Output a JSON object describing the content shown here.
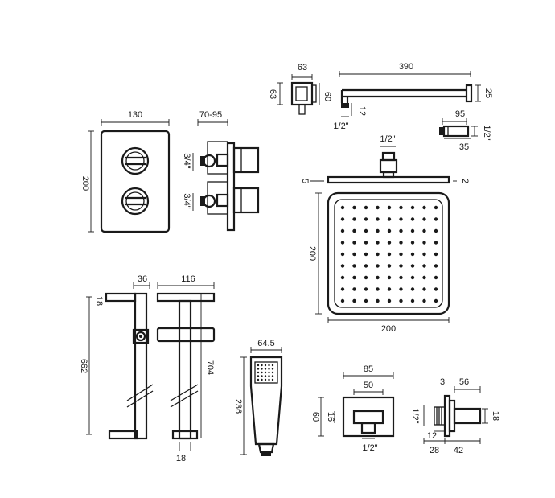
{
  "dims": {
    "wall_outlet_w": "63",
    "wall_outlet_h": "63",
    "wall_outlet_depth": "60",
    "arm_length": "390",
    "arm_height": "25",
    "arm_pipe": "12",
    "arm_thread": "1/2\"",
    "hose_conn_len": "95",
    "hose_conn_dia": "35",
    "hose_conn_thread": "1/2\"",
    "plate_w": "130",
    "plate_h": "200",
    "valve_depth": "70-95",
    "valve_inlet_top": "3/4\"",
    "valve_inlet_bottom": "3/4\"",
    "head_thread": "1/2\"",
    "head_thk_left": "5",
    "head_thk_right": "2",
    "head_size_v": "200",
    "head_size_h": "200",
    "rail_depth": "36",
    "rail_bracket": "18",
    "rail_length": "662",
    "rail_width": "116",
    "rail_height": "704",
    "rail_bottom": "18",
    "handset_w": "64.5",
    "handset_len": "236",
    "elbow_w": "85",
    "elbow_inner_w": "50",
    "elbow_h": "60",
    "elbow_inner_h": "16",
    "elbow_thread": "1/2\"",
    "elbow_side_3": "3",
    "elbow_side_56": "56",
    "elbow_side_thread": "1/2\"",
    "elbow_side_18": "18",
    "elbow_side_12": "12",
    "elbow_side_28": "28",
    "elbow_side_42": "42"
  }
}
